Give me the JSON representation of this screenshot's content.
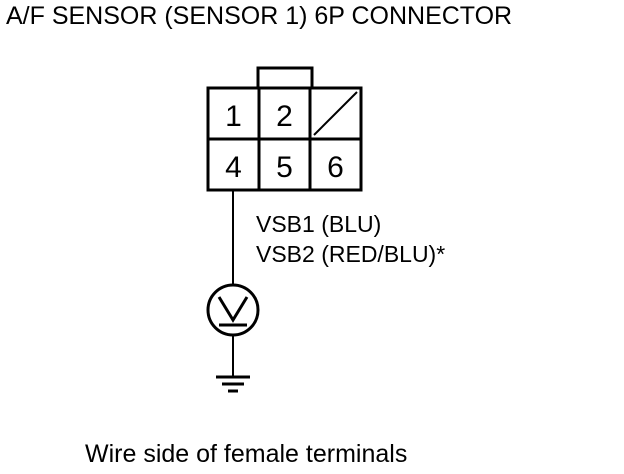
{
  "title": "A/F SENSOR (SENSOR 1) 6P CONNECTOR",
  "connector": {
    "pins": [
      {
        "label": "1",
        "row": 1,
        "col": 1
      },
      {
        "label": "2",
        "row": 1,
        "col": 2
      },
      {
        "label": "",
        "row": 1,
        "col": 3,
        "blank": true
      },
      {
        "label": "4",
        "row": 2,
        "col": 1
      },
      {
        "label": "5",
        "row": 2,
        "col": 2
      },
      {
        "label": "6",
        "row": 2,
        "col": 3
      }
    ]
  },
  "wire_labels": {
    "line1": "VSB1 (BLU)",
    "line2": "VSB2 (RED/BLU)*"
  },
  "meter_symbol": "V",
  "caption": "Wire side of female terminals",
  "icons": {
    "meter": "voltmeter-icon",
    "ground": "ground-icon"
  },
  "colors": {
    "line": "#000000",
    "background": "#ffffff"
  }
}
